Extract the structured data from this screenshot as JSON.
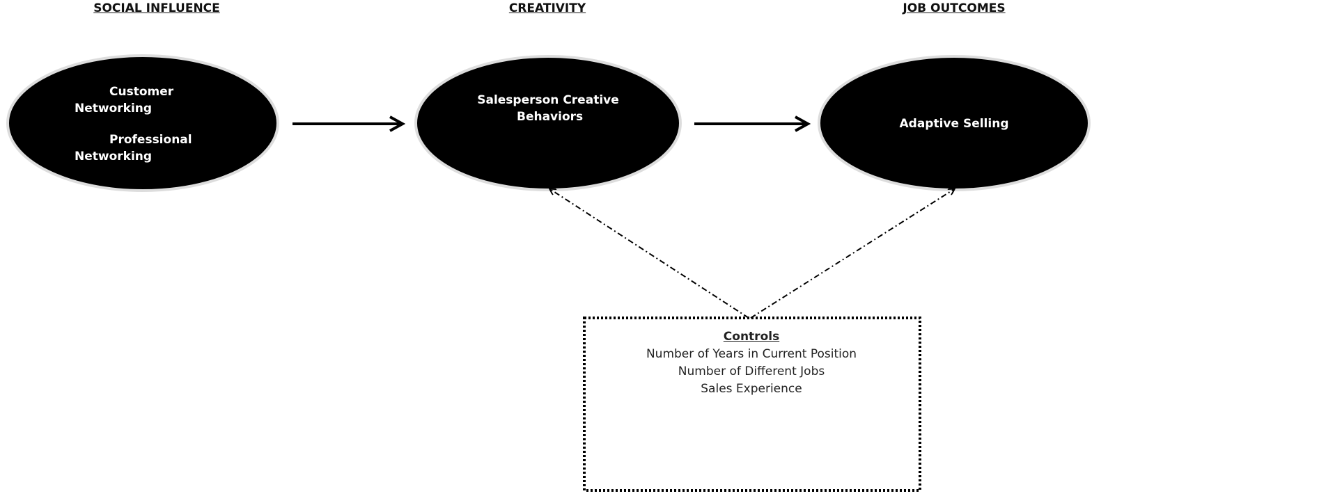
{
  "headers": {
    "social_influence": "SOCIAL INFLUENCE",
    "creativity": "CREATIVITY",
    "job_outcomes": "JOB OUTCOMES"
  },
  "nodes": {
    "social": {
      "line1": "Customer",
      "line2": "Networking",
      "line3": "Professional",
      "line4": "Networking"
    },
    "creative": {
      "line1": "Salesperson Creative",
      "line2": "Behaviors"
    },
    "adaptive": {
      "line1": "Adaptive Selling"
    }
  },
  "controls": {
    "title": "Controls",
    "items": [
      "Number of Years in Current Position",
      "Number of Different Jobs",
      "Sales Experience"
    ]
  },
  "colors": {
    "node_fill": "#000000",
    "node_text": "#ffffff",
    "line": "#000000"
  }
}
